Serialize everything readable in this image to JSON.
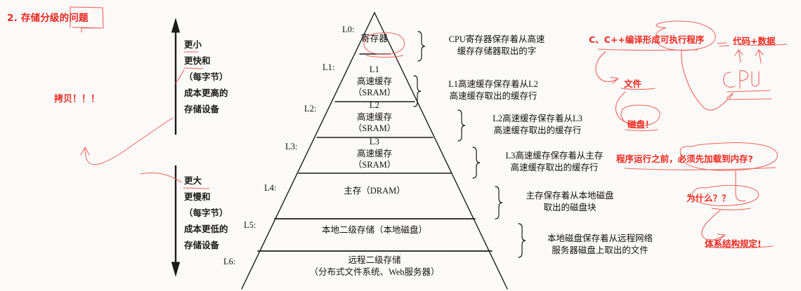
{
  "page": {
    "title": "2. 存储分级的问题",
    "background_color": "#fbfaf8",
    "ink_color": "#111111",
    "annotation_color": "#ee2a22"
  },
  "axis": {
    "top_arrow_label": {
      "line1": "更小",
      "line2": "更快和",
      "line3": "（每字节）",
      "line4": "成本更高的",
      "line5": "存储设备"
    },
    "bottom_arrow_label": {
      "line1": "更大",
      "line2": "更慢和",
      "line3": "（每字节）",
      "line4": "成本更低的",
      "line5": "存储设备"
    }
  },
  "pyramid": {
    "levels": [
      {
        "tick": "L0:",
        "name": "寄存器",
        "sub": "",
        "sub2": "",
        "circled": true
      },
      {
        "tick": "L1:",
        "name": "L1",
        "sub": "高速缓存",
        "sub2": "（SRAM）",
        "circled": false
      },
      {
        "tick": "L2:",
        "name": "L2",
        "sub": "高速缓存",
        "sub2": "（SRAM）",
        "circled": false
      },
      {
        "tick": "L3:",
        "name": "L3",
        "sub": "高速缓存",
        "sub2": "（SRAM）",
        "circled": false
      },
      {
        "tick": "L4:",
        "name": "主存（DRAM）",
        "sub": "",
        "sub2": "",
        "circled": false
      },
      {
        "tick": "L5:",
        "name": "本地二级存储（本地磁盘）",
        "sub": "",
        "sub2": "",
        "circled": false
      },
      {
        "tick": "L6:",
        "name": "远程二级存储",
        "sub": "（分布式文件系统、Web服务器）",
        "sub2": "",
        "circled": false
      }
    ]
  },
  "descriptions": [
    {
      "line1": "CPU寄存器保存着从高速",
      "line2": "缓存存储器取出的字",
      "has_brace": true
    },
    {
      "line1": "L1高速缓存保存着从L2",
      "line2": "高速缓存取出的缓存行",
      "has_brace": true
    },
    {
      "line1": "L2高速缓存保存着从L3",
      "line2": "高速缓存取出的缓存行",
      "has_brace": true
    },
    {
      "line1": "L3高速缓存保存着从主存",
      "line2": "高速缓存取出的缓存行",
      "has_brace": true
    },
    {
      "line1": "主存保存着从本地磁盘",
      "line2": "取出的磁盘块",
      "has_brace": true
    },
    {
      "line1": "本地磁盘保存着从远程网络",
      "line2": "服务器磁盘上取出的文件",
      "has_brace": true
    }
  ],
  "annotations": {
    "copy": "拷贝！！！",
    "compile": "C、C++编译形成可执行程序",
    "code_and_data": "代码+数据",
    "file": "文件",
    "disk": "磁盘！",
    "load_to_memory": "程序运行之前，必须先加载到内存?",
    "why": "为什么？？",
    "architecture": "体系结构规定!",
    "cpu_sketch_label": "CPU"
  }
}
